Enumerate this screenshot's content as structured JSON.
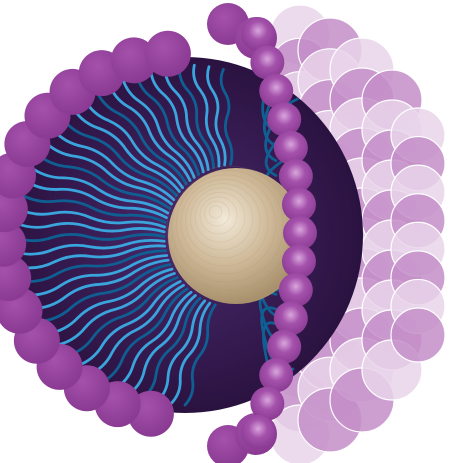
{
  "diagram": {
    "kind": "micelle-cross-section",
    "components": [
      "core-particle",
      "lipid-tails",
      "lipid-heads-outer-ring",
      "lipid-heads-cut-edge",
      "outer-shell-surface"
    ],
    "colors": {
      "head": "#8a3a92",
      "head_light": "#a451ab",
      "head_highlight": "#d9a6dc",
      "shell_light": "#e9d4ea",
      "shell_mid": "#c48ec8",
      "shell_stroke": "#ffffff",
      "interior_center": "#4a2a6e",
      "interior_edge": "#2a1240",
      "tail_light": "#3aa5dc",
      "tail_dark": "#0f5f93",
      "core_center": "#f2e9d8",
      "core_mid": "#cdb796",
      "core_edge": "#a8906c"
    },
    "counts": {
      "outer_heads": 16,
      "edge_heads": 15,
      "tails": 40
    }
  }
}
